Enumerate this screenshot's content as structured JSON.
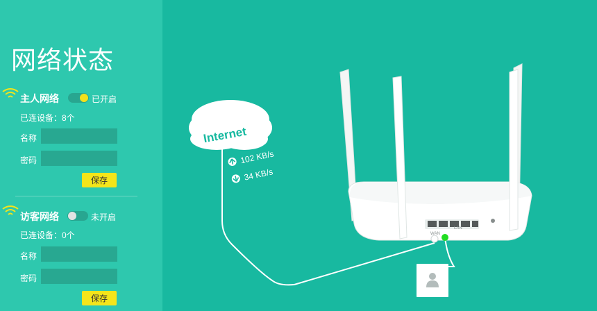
{
  "page_title": "网络状态",
  "main_network": {
    "name": "主人网络",
    "toggle_state": "on",
    "toggle_label": "已开启",
    "connected_devices": "已连设备：8个",
    "ssid_label": "名称",
    "ssid_value": "",
    "password_label": "密码",
    "password_value": "",
    "save_label": "保存"
  },
  "guest_network": {
    "name": "访客网络",
    "toggle_state": "off",
    "toggle_label": "未开启",
    "connected_devices": "已连设备：0个",
    "ssid_label": "名称",
    "ssid_value": "",
    "password_label": "密码",
    "password_value": "",
    "save_label": "保存"
  },
  "diagram": {
    "internet_label": "Internet",
    "upload_speed": "102 KB/s",
    "download_speed": "34 KB/s",
    "wan_label": "WAN",
    "lan_label": "LAN"
  },
  "colors": {
    "sidebar_bg": "#2ec8ae",
    "main_bg": "#18b9a0",
    "accent_yellow": "#f4e51a",
    "wan_port": "#ffffff",
    "lan_port": "#22dd22"
  },
  "icons": {
    "wifi": "wifi-icon",
    "upload": "arrow-up-icon",
    "download": "arrow-down-icon",
    "client": "user-icon",
    "cloud": "cloud-icon",
    "router": "router-icon"
  }
}
